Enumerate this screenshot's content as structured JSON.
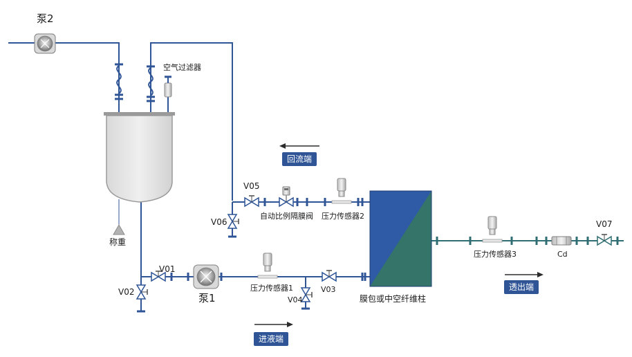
{
  "colors": {
    "pipe_blue": "#2f5597",
    "pipe_teal": "#2e6e73",
    "tank_fill": "#e6e6e6",
    "module_blue": "#2e5aa6",
    "module_teal": "#357468",
    "tag_bg": "#2f5597"
  },
  "labels": {
    "pump2": "泵2",
    "pump1": "泵1",
    "air_filter": "空气过滤器",
    "scale": "称重",
    "v01": "V01",
    "v02": "V02",
    "v03": "V03",
    "v04": "V04",
    "v05": "V05",
    "v06": "V06",
    "v07": "V07",
    "proportional_valve": "自动比例隔膜阀",
    "pressure_sensor_1": "压力传感器1",
    "pressure_sensor_2": "压力传感器2",
    "pressure_sensor_3": "压力传感器3",
    "cd": "Cd",
    "module": "膜包或中空纤维柱"
  },
  "flow_tags": {
    "retentate": "回流端",
    "feed": "进液端",
    "permeate": "透出端"
  },
  "icons": [
    "pump-icon",
    "diaphragm-valve-icon",
    "pressure-sensor-icon",
    "flexible-hose-icon",
    "air-filter-icon",
    "flow-arrow-icon",
    "weight-triangle-icon",
    "conductivity-sensor-icon"
  ]
}
